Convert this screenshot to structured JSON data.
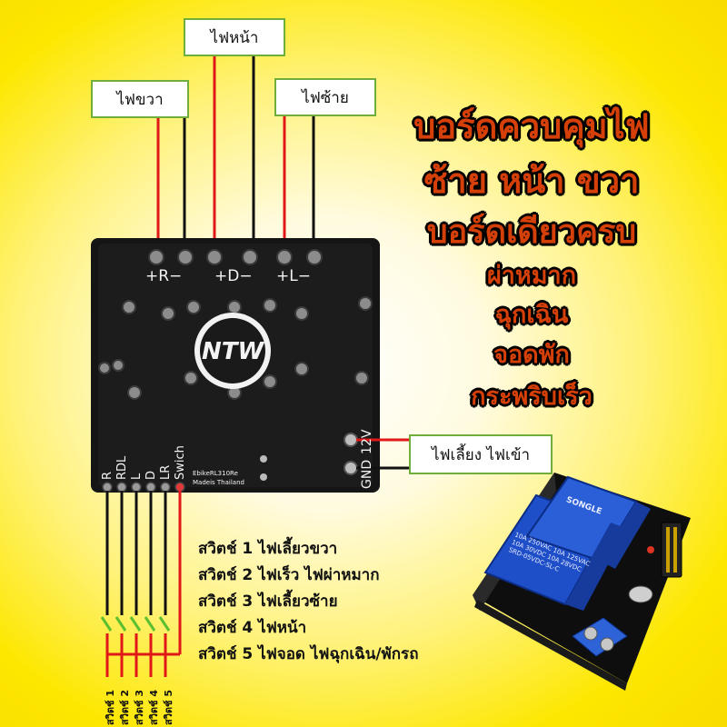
{
  "labels": {
    "right_light": "ไฟขวา",
    "front_light": "ไฟหน้า",
    "left_light": "ไฟซ้าย",
    "power_in": "ไฟเลี้ยง ไฟเข้า"
  },
  "title": {
    "line1": "บอร์ดควบคุมไฟ",
    "line2": "ซ้าย หน้า ขวา",
    "line3": "บอร์ดเดียวครบ",
    "line4": "ผ่าหมาก",
    "line5": "ฉุกเฉิน",
    "line6": "จอดพัก",
    "line7": "กระพริบเร็ว"
  },
  "board": {
    "top_labels": [
      "+R−",
      "+D−",
      "+L−"
    ],
    "logo": "NTW",
    "power_labels": [
      "GND",
      "12V"
    ],
    "bottom_pins": [
      "R",
      "RDL",
      "L",
      "D",
      "LR",
      "Swich"
    ],
    "model_text": "EbikeRL310Re",
    "made_text": "Madeis Thailand"
  },
  "switches": {
    "items": [
      "สวิตช์ 1 ไฟเลี้ยวขวา",
      "สวิตช์ 2 ไฟเร็ว ไฟผ่าหมาก",
      "สวิตช์ 3 ไฟเลี้ยวซ้าย",
      "สวิตช์ 4 ไฟหน้า",
      "สวิตช์ 5 ไฟจอด ไฟฉุกเฉิน/พักรถ"
    ],
    "wire_labels": [
      "สวิตช์ 1",
      "สวิตช์ 2",
      "สวิตช์ 3",
      "สวิตช์ 4",
      "สวิตช์ 5"
    ]
  },
  "relay": {
    "brand": "SONGLE",
    "spec_lines": [
      "10A 250VAC 10A 125VAC",
      "10A 30VDC 10A 28VDC",
      "SRD-05VDC-SL-C"
    ]
  },
  "colors": {
    "board": "#151515",
    "wire_red": "#e01818",
    "wire_black": "#111111",
    "label_border": "#6fae3b",
    "title_orange": "#d53f08",
    "relay_blue": "#1f4fc8"
  }
}
